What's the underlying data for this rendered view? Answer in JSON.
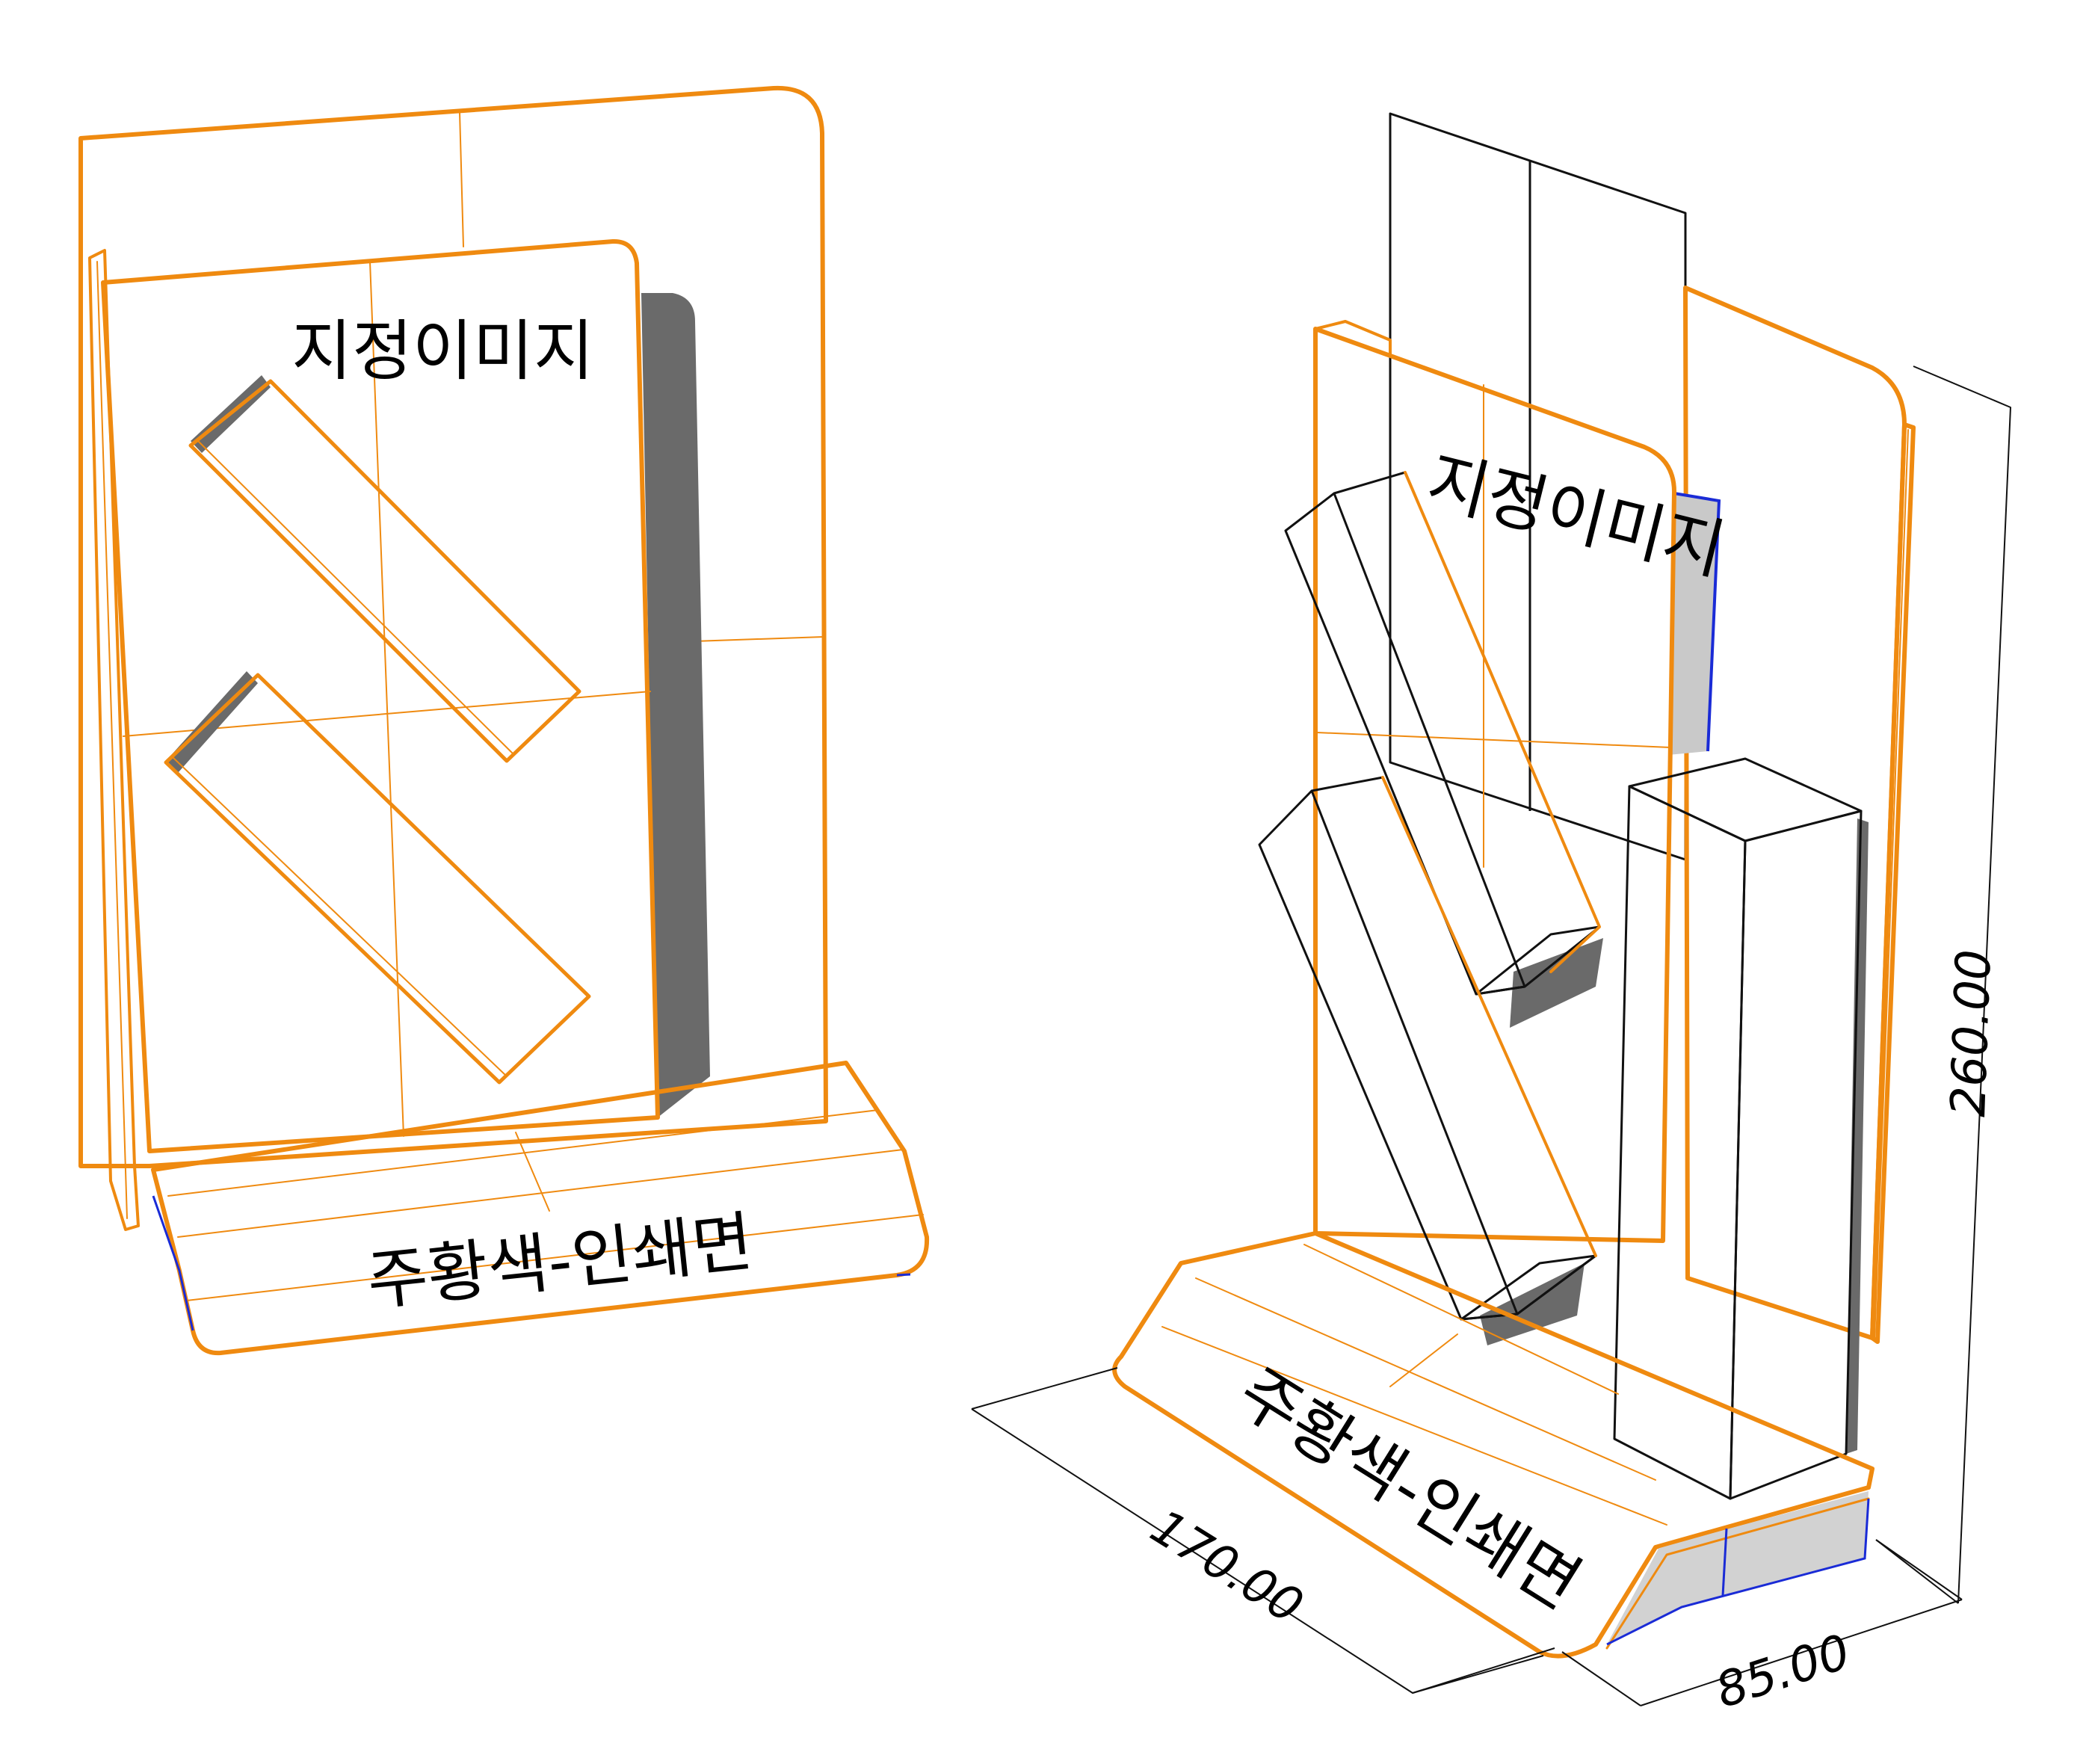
{
  "left_view": {
    "top_label": "지정이미지",
    "base_label": "주황색-인쇄면"
  },
  "right_view": {
    "top_label": "지정이미지",
    "base_label": "주황색-인쇄면",
    "dimensions": {
      "width": "170.00",
      "depth": "85.00",
      "height": "260.00"
    }
  },
  "colors": {
    "print_outline": "#ef8a10",
    "inner_edge": "#1a2bd6",
    "shadow": "#6a6a6a",
    "side_face": "#d2d2d2"
  }
}
